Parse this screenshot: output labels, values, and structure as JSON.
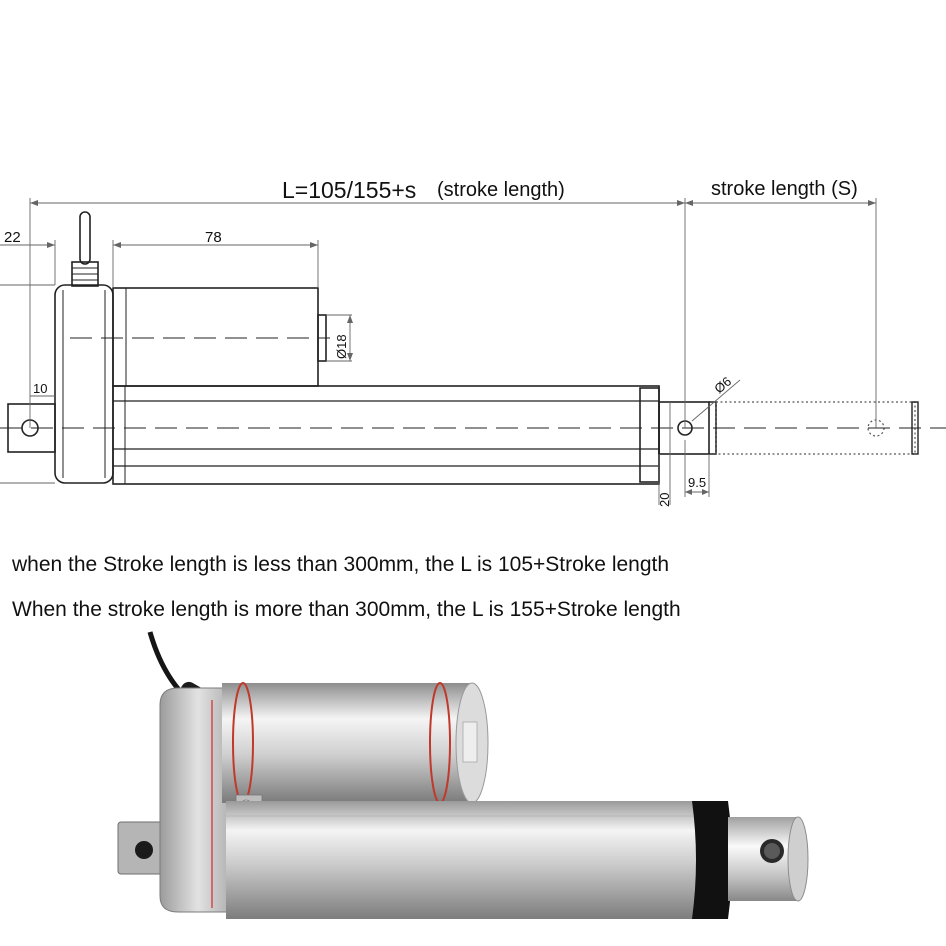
{
  "drawing": {
    "overall_length_label": "L=105/155+s",
    "overall_length_note": "(stroke length)",
    "stroke_label": "stroke length (S)",
    "dim_22": "22",
    "dim_78": "78",
    "dim_10": "10",
    "dim_d18": "Ø18",
    "dim_d6": "Ø6",
    "dim_20": "20",
    "dim_9_5": "9.5"
  },
  "notes": {
    "line1": "when the Stroke length is less than 300mm, the L is 105+Stroke length",
    "line2": "When the stroke length is more than 300mm, the L is 155+Stroke length"
  },
  "colors": {
    "line": "#222222",
    "dim_line": "#666666",
    "metal_light": "#f2f2f2",
    "metal_dark": "#8f8f8f",
    "red_ring": "#c0392b",
    "black_band": "#111111"
  },
  "icons": [
    "linear-actuator-drawing",
    "linear-actuator-photo"
  ]
}
